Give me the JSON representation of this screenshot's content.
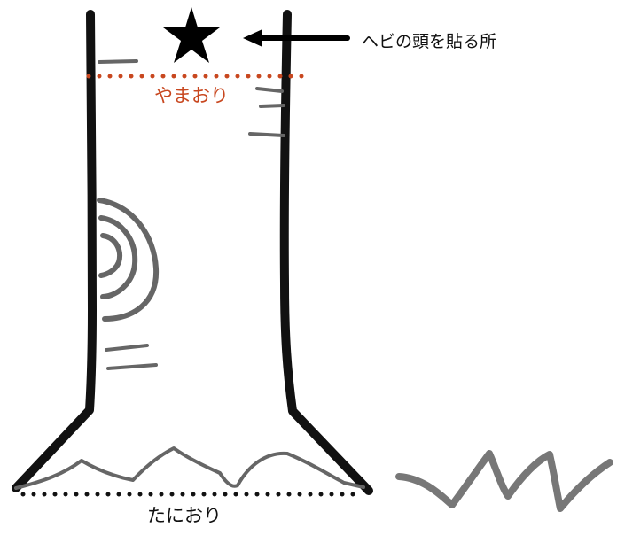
{
  "diagram": {
    "annotation": "ヘビの頭を貼る所",
    "top_line_label": "やまおり",
    "bottom_line_label": "たにおり",
    "icons": {
      "marker": "star-icon",
      "pointer": "left-arrow-icon"
    },
    "colors": {
      "outline": "#111111",
      "bark_detail": "#666666",
      "grass": "#777777",
      "mountain_fold_line": "#c8471f",
      "valley_fold_line": "#111111",
      "annotation_text": "#111111",
      "mountain_fold_text": "#c8471f"
    }
  }
}
